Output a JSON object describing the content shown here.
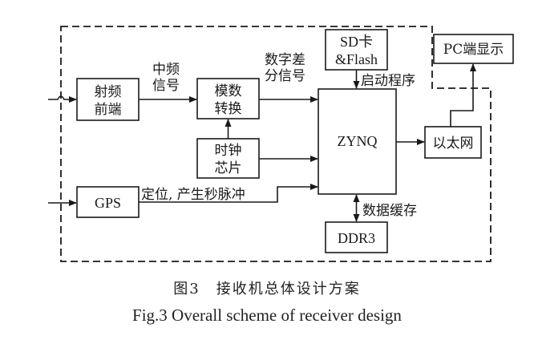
{
  "diagram": {
    "boundary": "receiver-system-dashed-border",
    "blocks": {
      "rf_frontend": {
        "line1": "射频",
        "line2": "前端"
      },
      "adc": {
        "line1": "模数",
        "line2": "转换"
      },
      "clock": {
        "line1": "时钟",
        "line2": "芯片"
      },
      "gps": {
        "label": "GPS"
      },
      "sd_flash": {
        "line1": "SD卡",
        "line2": "&Flash"
      },
      "zynq": {
        "label": "ZYNQ"
      },
      "ethernet": {
        "label": "以太网"
      },
      "pc_display": {
        "label": "PC端显示"
      },
      "ddr3": {
        "label": "DDR3"
      }
    },
    "edge_labels": {
      "if_signal": {
        "line1": "中频",
        "line2": "信号"
      },
      "digital_diff": {
        "line1": "数字差",
        "line2": "分信号"
      },
      "boot_program": "启动程序",
      "gps_pps": "定位, 产生秒脉冲",
      "data_cache": "数据缓存"
    },
    "edges": [
      {
        "from": "input",
        "to": "rf_frontend"
      },
      {
        "from": "rf_frontend",
        "to": "adc",
        "label": "中频信号"
      },
      {
        "from": "adc",
        "to": "zynq",
        "label": "数字差分信号"
      },
      {
        "from": "clock",
        "to": "adc"
      },
      {
        "from": "clock",
        "to": "zynq"
      },
      {
        "from": "input",
        "to": "gps"
      },
      {
        "from": "gps",
        "to": "zynq",
        "label": "定位, 产生秒脉冲"
      },
      {
        "from": "sd_flash",
        "to": "zynq",
        "label": "启动程序"
      },
      {
        "from": "zynq",
        "to": "ethernet"
      },
      {
        "from": "ethernet",
        "to": "pc_display"
      },
      {
        "from": "zynq",
        "to": "ddr3",
        "label": "数据缓存",
        "bidirectional": true
      }
    ]
  },
  "caption": {
    "chinese": "图3　接收机总体设计方案",
    "english": "Fig.3    Overall scheme of receiver design"
  }
}
